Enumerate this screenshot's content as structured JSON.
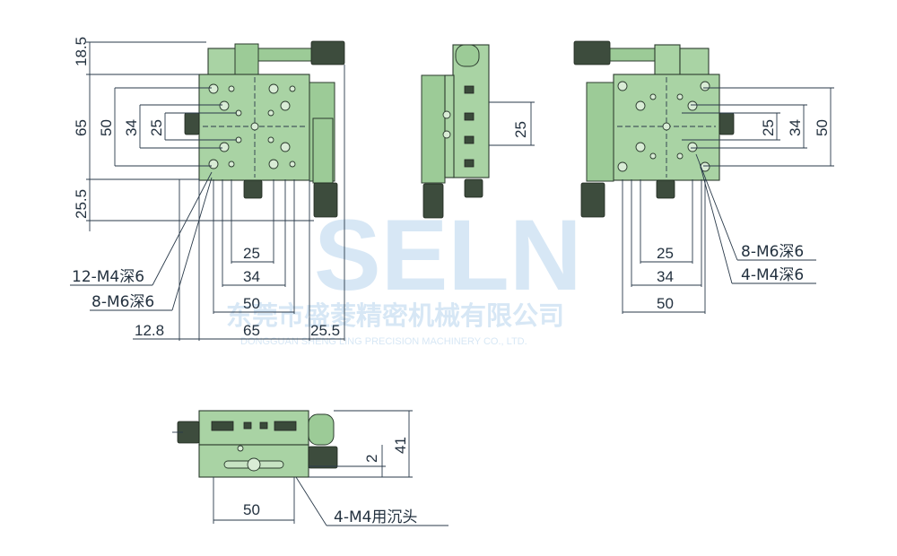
{
  "watermark": {
    "brand": "SELN",
    "company": "东莞市盛菱精密机械有限公司",
    "company_en": "DONGGUAN SHENG LING PRECISION MACHINERY CO., LTD."
  },
  "front_view": {
    "left_dims": [
      "18.5",
      "65",
      "50",
      "34",
      "25",
      "25.5"
    ],
    "bottom_dims": [
      "25",
      "34",
      "50",
      "65",
      "25.5",
      "12.8"
    ],
    "callouts": [
      "12-M4深6",
      "8-M6深6"
    ]
  },
  "side_view": {
    "right_dim": "25"
  },
  "right_view": {
    "right_dims": [
      "25",
      "34",
      "50"
    ],
    "bottom_dims": [
      "25",
      "34",
      "50"
    ],
    "callouts": [
      "8-M6深6",
      "4-M4深6"
    ]
  },
  "bottom_view": {
    "right_dims": [
      "41",
      "2"
    ],
    "bottom_dim": "50",
    "callout": "4-M4用沉头"
  },
  "colors": {
    "body": "#a9d3a4",
    "line": "#2a3a4a",
    "watermark": "#a7cbe9"
  }
}
